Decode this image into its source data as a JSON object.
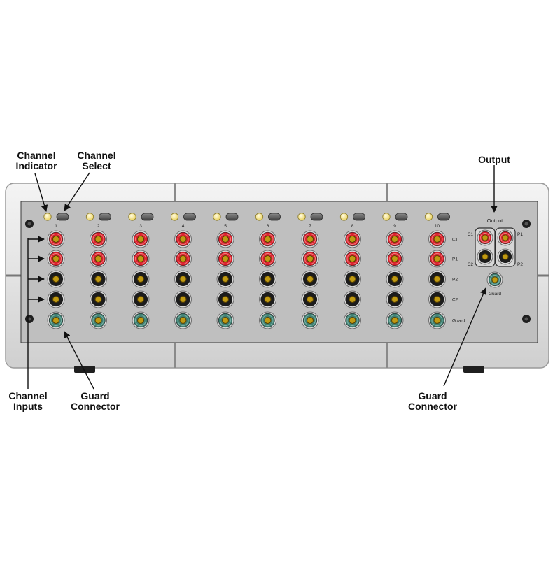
{
  "callouts": {
    "channel_indicator": [
      "Channel",
      "Indicator"
    ],
    "channel_select": [
      "Channel",
      "Select"
    ],
    "output": "Output",
    "channel_inputs": [
      "Channel",
      "Inputs"
    ],
    "guard_connector_left": [
      "Guard",
      "Connector"
    ],
    "guard_connector_right": [
      "Guard",
      "Connector"
    ]
  },
  "panel": {
    "channels": [
      "1",
      "2",
      "3",
      "4",
      "5",
      "6",
      "7",
      "8",
      "9",
      "10"
    ],
    "row_labels": [
      "C1",
      "P1",
      "P2",
      "C2",
      "Guard"
    ],
    "row_jack_types": [
      "red",
      "red",
      "black",
      "black",
      "guard"
    ],
    "output_title": "Output",
    "output_left_labels": [
      "C1",
      "C2"
    ],
    "output_right_labels": [
      "P1",
      "P2"
    ],
    "output_guard_label": "Guard"
  },
  "colors": {
    "chassis": "#e9e9e9",
    "faceplate": "#bfbfbf",
    "led": "#f6e78a",
    "red_jack": "#d8202c",
    "black_jack": "#1c1c1c",
    "guard_jack": "#3f7f72",
    "gold_pin": "#c09a12"
  }
}
